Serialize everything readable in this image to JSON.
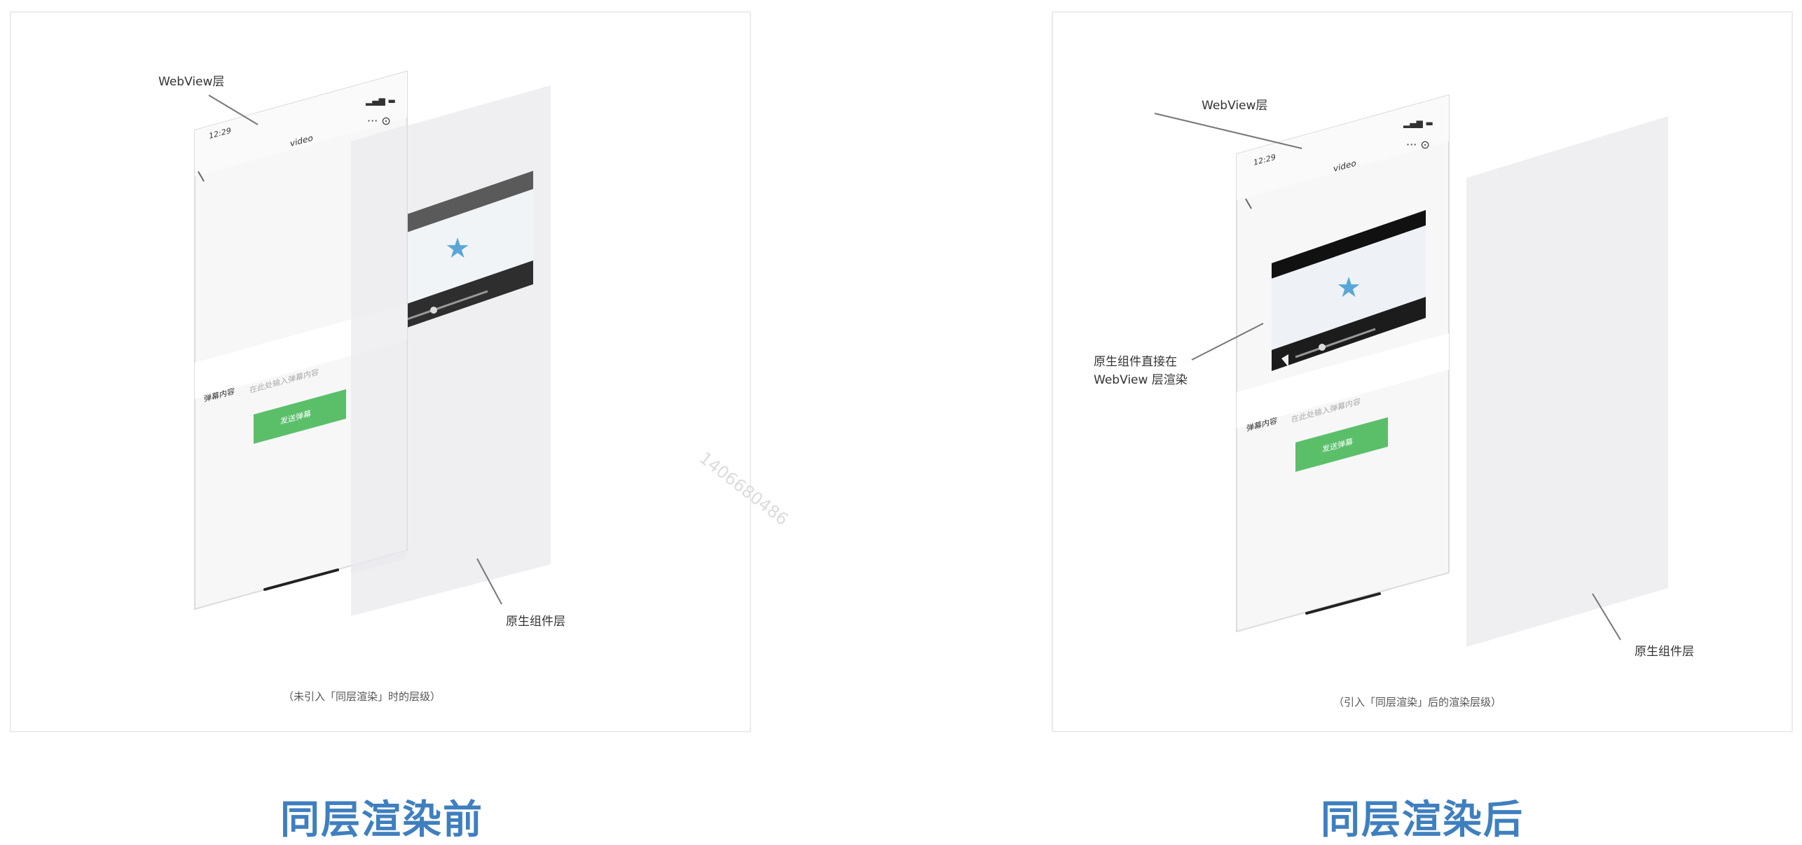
{
  "left": {
    "webview_label": "WebView层",
    "native_label": "原生组件层",
    "caption": "（未引入「同层渲染」时的层级）",
    "title": "同层渲染前",
    "phone": {
      "time": "12:29",
      "nav_title": "video",
      "input_label": "弹幕内容",
      "input_placeholder": "在此处输入弹幕内容",
      "button_label": "发送弹幕"
    }
  },
  "right": {
    "webview_label": "WebView层",
    "native_label": "原生组件层",
    "annotation_line1": "原生组件直接在",
    "annotation_line2": "WebView 层渲染",
    "caption": "（引入「同层渲染」后的渲染层级）",
    "title": "同层渲染后",
    "phone": {
      "time": "12:29",
      "nav_title": "video",
      "input_label": "弹幕内容",
      "input_placeholder": "在此处输入弹幕内容",
      "button_label": "发送弹幕"
    }
  },
  "watermark": "1406680486",
  "colors": {
    "title_blue": "#3f7fbf",
    "button_green": "#5bbf6a",
    "native_layer": "#efeff2",
    "phone_body": "#f7f7f8",
    "video_dark": "#2a2a2a"
  }
}
